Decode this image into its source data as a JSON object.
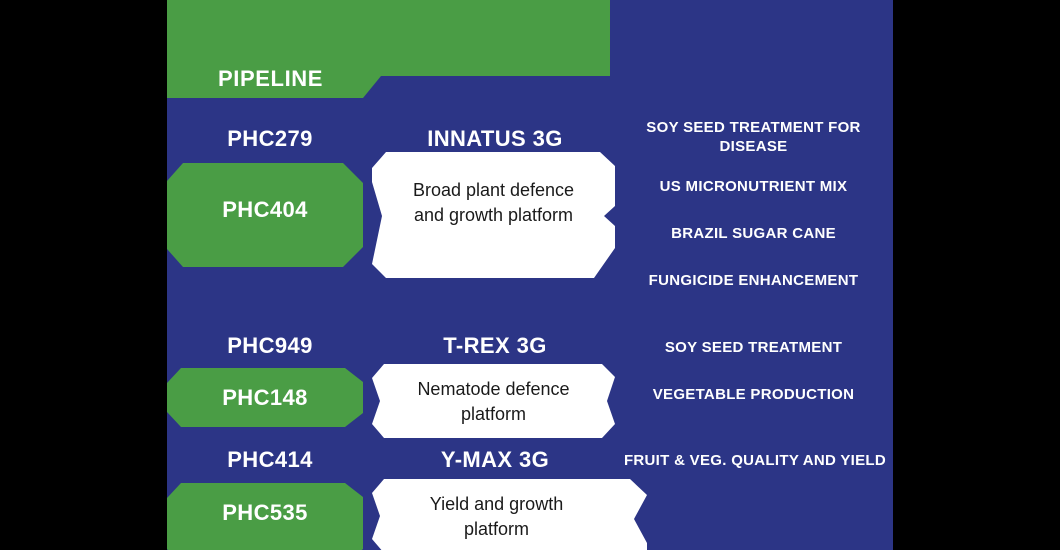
{
  "colors": {
    "blue": "#2c3586",
    "green": "#4a9d45",
    "white": "#ffffff",
    "text_dark": "#1a1a1a",
    "backdrop": "#000000"
  },
  "banner": {
    "label": "PIPELINE"
  },
  "groups": [
    {
      "top_code": "PHC279",
      "bottom_code": "PHC404",
      "product": "INNATUS 3G",
      "description": "Broad plant defence and growth platform",
      "applications": [
        "SOY SEED TREATMENT FOR DISEASE",
        "US MICRONUTRIENT MIX",
        "BRAZIL SUGAR CANE",
        "FUNGICIDE ENHANCEMENT"
      ]
    },
    {
      "top_code": "PHC949",
      "bottom_code": "PHC148",
      "product": "T-REX 3G",
      "description": "Nematode defence platform",
      "applications": [
        "SOY SEED TREATMENT",
        "VEGETABLE PRODUCTION"
      ]
    },
    {
      "top_code": "PHC414",
      "bottom_code": "PHC535",
      "product": "Y-MAX 3G",
      "description": "Yield and growth platform",
      "applications": [
        "FRUIT & VEG. QUALITY AND YIELD"
      ]
    }
  ],
  "applications_flat": [
    "SOY SEED TREATMENT FOR DISEASE",
    "US MICRONUTRIENT MIX",
    "BRAZIL SUGAR CANE",
    "FUNGICIDE ENHANCEMENT",
    "SOY SEED TREATMENT",
    "VEGETABLE PRODUCTION",
    "FRUIT & VEG. QUALITY AND YIELD"
  ]
}
